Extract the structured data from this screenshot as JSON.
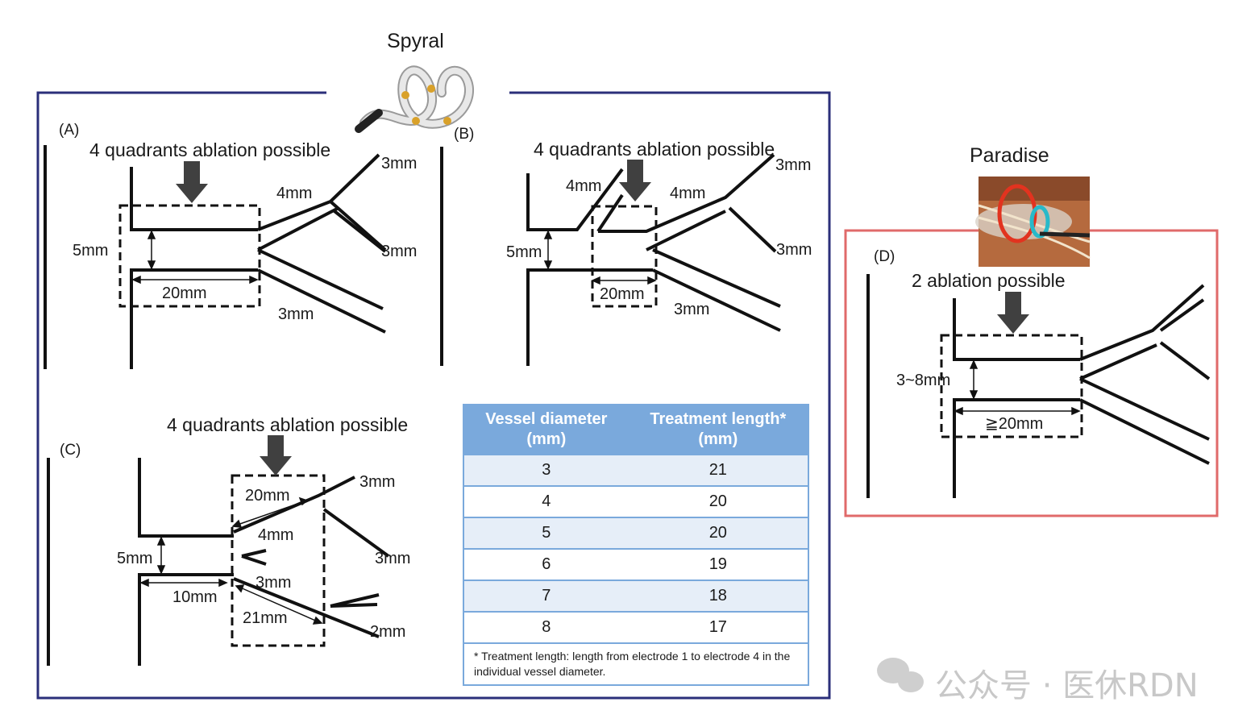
{
  "device_titles": {
    "spyral": "Spyral",
    "paradise": "Paradise"
  },
  "panels": {
    "a": {
      "label": "(A)",
      "heading": "4 quadrants ablation possible",
      "dims": [
        "5mm",
        "20mm",
        "4mm",
        "3mm",
        "3mm",
        "3mm"
      ]
    },
    "b": {
      "label": "(B)",
      "heading": "4 quadrants ablation possible",
      "dims": [
        "5mm",
        "20mm",
        "4mm",
        "4mm",
        "3mm",
        "3mm",
        "3mm"
      ]
    },
    "c": {
      "label": "(C)",
      "heading": "4 quadrants ablation possible",
      "dims": [
        "5mm",
        "10mm",
        "20mm",
        "4mm",
        "3mm",
        "21mm",
        "3mm",
        "3mm",
        "2mm"
      ]
    },
    "d": {
      "label": "(D)",
      "heading": "2 ablation possible",
      "dims": [
        "3~8mm",
        "≧20mm"
      ]
    }
  },
  "table": {
    "headers": [
      "Vessel diameter (mm)",
      "Treatment length* (mm)"
    ],
    "rows": [
      [
        "3",
        "21"
      ],
      [
        "4",
        "20"
      ],
      [
        "5",
        "20"
      ],
      [
        "6",
        "19"
      ],
      [
        "7",
        "18"
      ],
      [
        "8",
        "17"
      ]
    ],
    "footnote": "* Treatment length: length from electrode 1 to electrode 4 in the individual vessel diameter."
  },
  "watermark": "公众号 · 医休RDN",
  "colors": {
    "frame_blue": "#2b2f7a",
    "frame_red": "#e06a6a",
    "arrow": "#404040",
    "table_header": "#7aa9dc",
    "table_band": "#e6eef8"
  }
}
